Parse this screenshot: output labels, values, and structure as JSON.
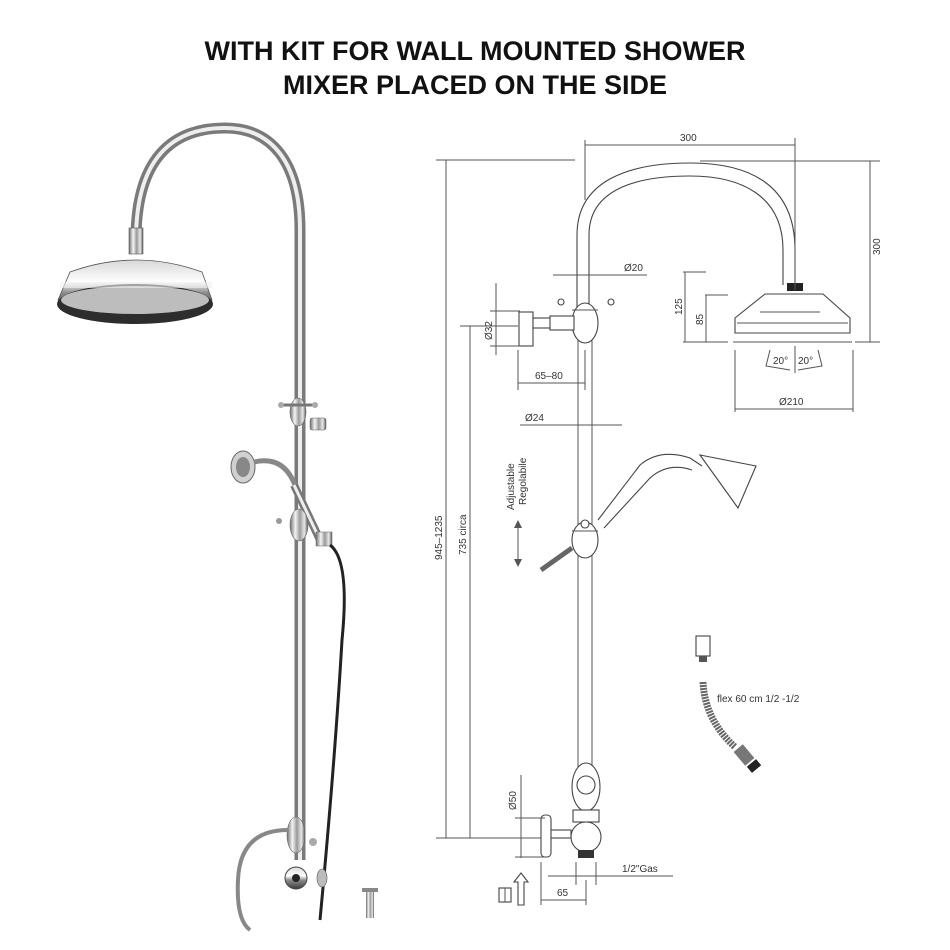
{
  "title": {
    "line1": "WITH KIT FOR WALL MOUNTED SHOWER",
    "line2": "MIXER PLACED ON THE SIDE"
  },
  "photo": {
    "description": "chrome exposed shower column with round overhead shower head, hand shower and wall mixer",
    "color": "#c0c0c0"
  },
  "drawing": {
    "dimensions": {
      "arm_width": "300",
      "arm_height": "300",
      "pipe_top_diameter": "Ø20",
      "wall_bracket_diameter": "Ø32",
      "bracket_projection": "65–80",
      "pipe_diameter": "Ø24",
      "head_height_1": "125",
      "head_height_2": "85",
      "head_angle_left": "20°",
      "head_angle_right": "20°",
      "head_diameter": "Ø210",
      "total_height": "945–1235",
      "rail_height": "735 circa",
      "adjustable_en": "Adjustable",
      "adjustable_it": "Regolabile",
      "mixer_diameter": "Ø50",
      "mixer_projection": "65",
      "inlet": "1/2\"Gas"
    },
    "hose_label": "flex 60 cm 1/2 -1/2"
  }
}
